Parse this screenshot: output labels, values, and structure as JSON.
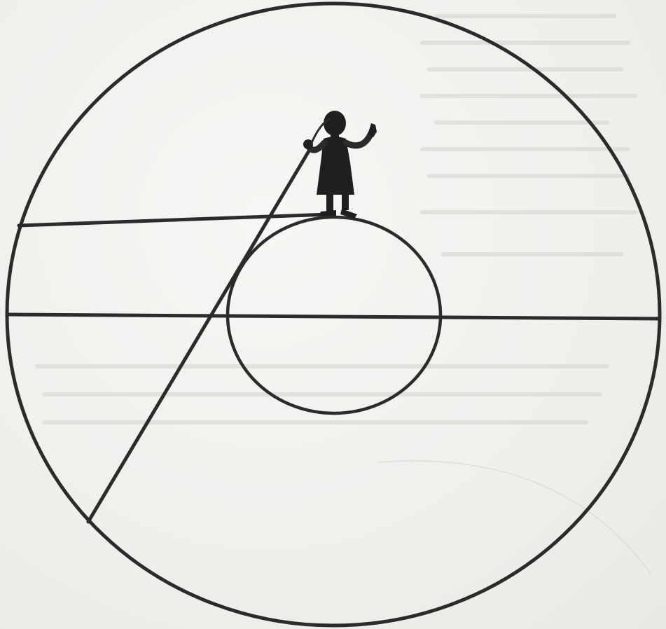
{
  "diagram": {
    "kind": "geometry-illustration",
    "colors": {
      "ink": "#2b2b2b",
      "figure": "#1f1f1f",
      "paper": "#f1f1ef",
      "bleed_through": "#c9c9c6"
    },
    "elements": [
      "outer-circle",
      "inner-circle",
      "horizontal-diameter-line",
      "horizon-line",
      "sight-line",
      "observer-figure"
    ]
  }
}
